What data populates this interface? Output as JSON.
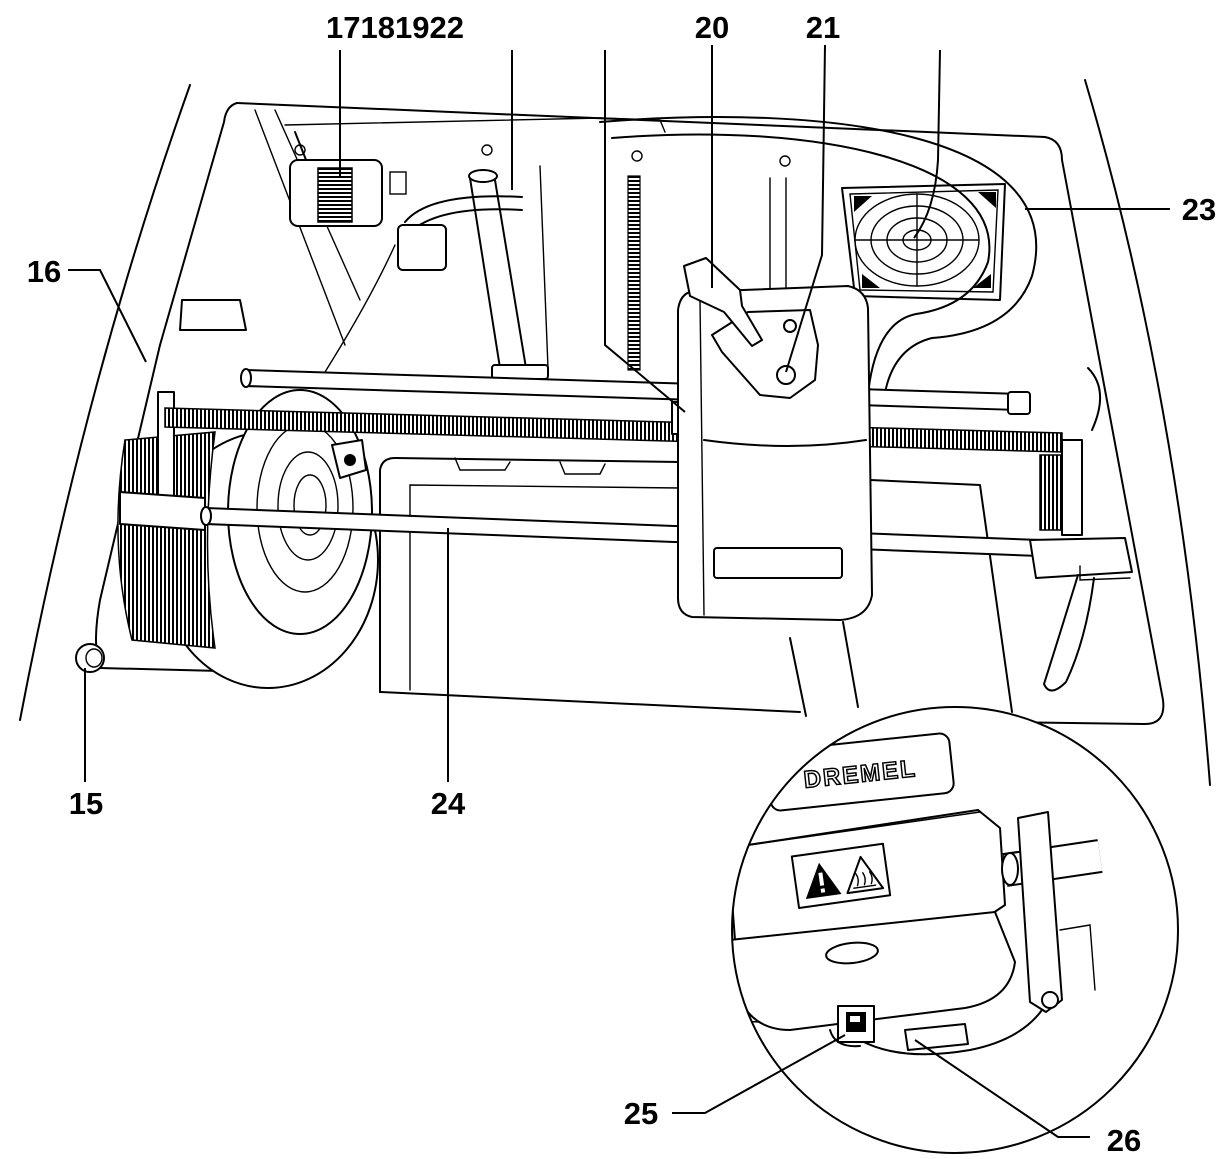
{
  "callouts": {
    "c17181922": "17181922",
    "c20": "20",
    "c21": "21",
    "c16": "16",
    "c23": "23",
    "c15": "15",
    "c24": "24",
    "c25": "25",
    "c26": "26"
  },
  "product_logo": "DREMEL",
  "icons": [
    "warning-icon",
    "hot-surface-icon"
  ],
  "colors": {
    "line": "#000000",
    "background": "#ffffff"
  }
}
